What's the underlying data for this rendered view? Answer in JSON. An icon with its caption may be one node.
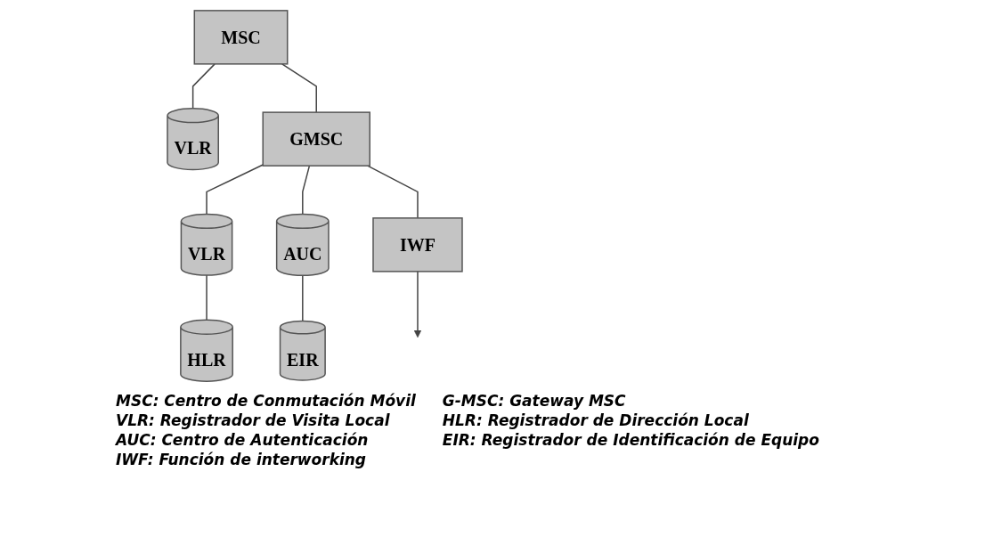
{
  "diagram": {
    "nodes": [
      {
        "text": [
          "MSC"
        ]
      },
      {
        "text": [
          "VLR"
        ]
      },
      {
        "text": [
          "GMSC"
        ]
      },
      {
        "text": [
          "VLR"
        ]
      },
      {
        "text": [
          "HLR"
        ]
      },
      {
        "text": [
          "AUC"
        ]
      },
      {
        "text": [
          "EIR"
        ]
      },
      {
        "text": [
          "IWF"
        ]
      }
    ],
    "edges": [
      {
        "from": 0,
        "to": 1,
        "arrow": "none"
      },
      {
        "from": 0,
        "to": 2,
        "arrow": "none"
      },
      {
        "from": 2,
        "to": 3,
        "arrow": "none"
      },
      {
        "from": 3,
        "to": 4,
        "arrow": "none"
      },
      {
        "from": 2,
        "to": 5,
        "arrow": "none"
      },
      {
        "from": 5,
        "to": 6,
        "arrow": "none"
      },
      {
        "from": 2,
        "to": 7,
        "arrow": "none"
      },
      {
        "from": 7,
        "to": null,
        "arrow": "to"
      }
    ],
    "labels": [
      "MSC: Centro de Conmutación Móvil",
      "G-MSC: Gateway MSC",
      "VLR: Registrador de Visita Local",
      "HLR: Registrador de Dirección Local",
      "AUC: Centro de Autenticación",
      "EIR: Registrador de Identificación de Equipo",
      "IWF: Función de interworking"
    ]
  }
}
